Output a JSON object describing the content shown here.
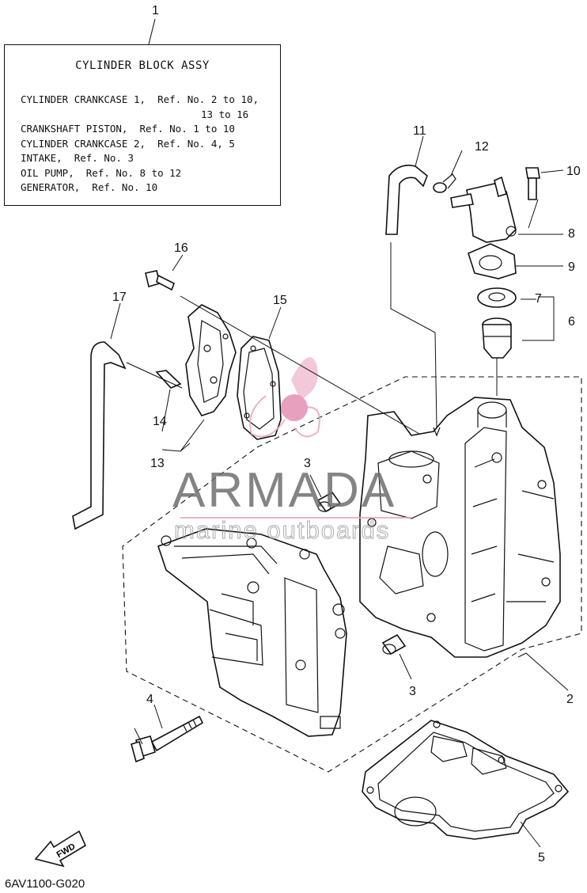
{
  "figure": {
    "code": "6AV1100-G020",
    "direction_label": "FWD"
  },
  "note": {
    "title": "CYLINDER BLOCK ASSY",
    "lines": [
      "CYLINDER CRANKCASE 1,  Ref. No. 2 to 10,",
      "13 to 16",
      "CRANKSHAFT PISTON,  Ref. No. 1 to 10",
      "CYLINDER CRANKCASE 2,  Ref. No. 4, 5",
      "INTAKE,  Ref. No. 3",
      "OIL PUMP,  Ref. No. 8 to 12",
      "GENERATOR,  Ref. No. 10"
    ]
  },
  "watermark": {
    "brand": "ARMADA",
    "tagline": "marine outboards"
  },
  "callouts": {
    "n1": "1",
    "n2": "2",
    "n3a": "3",
    "n3b": "3",
    "n4": "4",
    "n5": "5",
    "n6": "6",
    "n7": "7",
    "n8": "8",
    "n9": "9",
    "n10": "10",
    "n11": "11",
    "n12": "12",
    "n13": "13",
    "n14": "14",
    "n15": "15",
    "n16": "16",
    "n17": "17"
  }
}
